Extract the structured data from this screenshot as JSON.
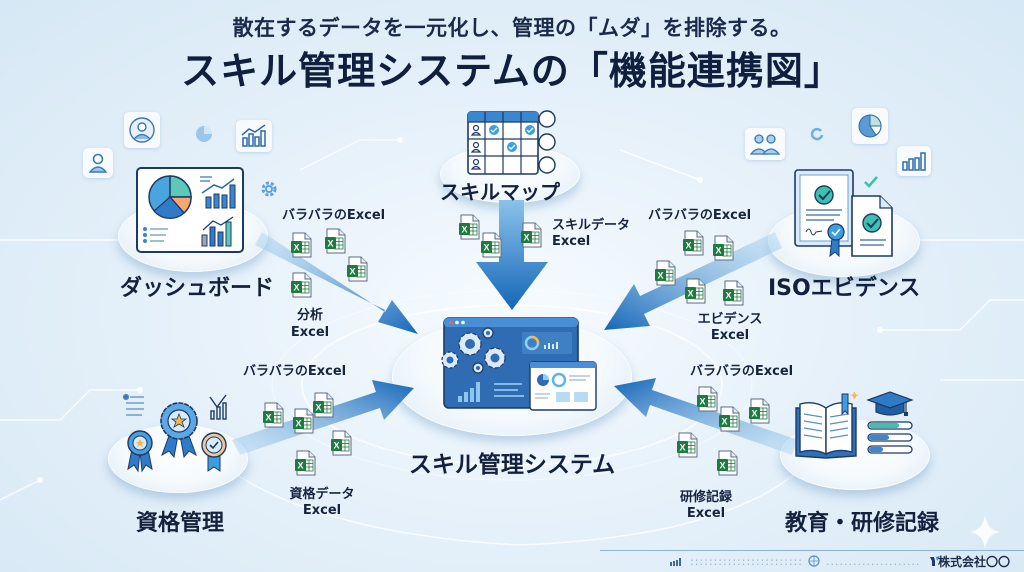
{
  "header": {
    "subtitle": "散在するデータを一元化し、管理の「ムダ」を排除する。",
    "title": "スキル管理システムの「機能連携図」"
  },
  "center": {
    "label": "スキル管理システム",
    "icon": "system-dashboard-gears-icon"
  },
  "nodes": [
    {
      "id": "dashboard",
      "label": "ダッシュボード",
      "icon": "dashboard-charts-icon",
      "scattered_label": "バラバラのExcel",
      "excel_label_line1": "分析",
      "excel_label_line2": "Excel"
    },
    {
      "id": "skillmap",
      "label": "スキルマップ",
      "icon": "skill-matrix-icon",
      "excel_label_line1": "スキルデータ",
      "excel_label_line2": "Excel"
    },
    {
      "id": "iso",
      "label": "ISOエビデンス",
      "icon": "certificate-documents-icon",
      "scattered_label": "バラバラのExcel",
      "excel_label_line1": "エビデンス",
      "excel_label_line2": "Excel"
    },
    {
      "id": "qualification",
      "label": "資格管理",
      "icon": "award-badges-icon",
      "scattered_label": "バラバラのExcel",
      "excel_label_line1": "資格データ",
      "excel_label_line2": "Excel"
    },
    {
      "id": "training",
      "label": "教育・研修記録",
      "icon": "book-graduation-cap-icon",
      "scattered_label": "バラバラのExcel",
      "excel_label_line1": "研修記録",
      "excel_label_line2": "Excel"
    }
  ],
  "excel_icon_letter": "X",
  "footer": {
    "company": "株式会社〇〇"
  },
  "colors": {
    "arrow_dark": "#1466b8",
    "arrow_light": "#8cc2ea",
    "excel_green": "#1f7a3f",
    "title_navy": "#0f1f3d",
    "accent_teal": "#3fbfae"
  }
}
